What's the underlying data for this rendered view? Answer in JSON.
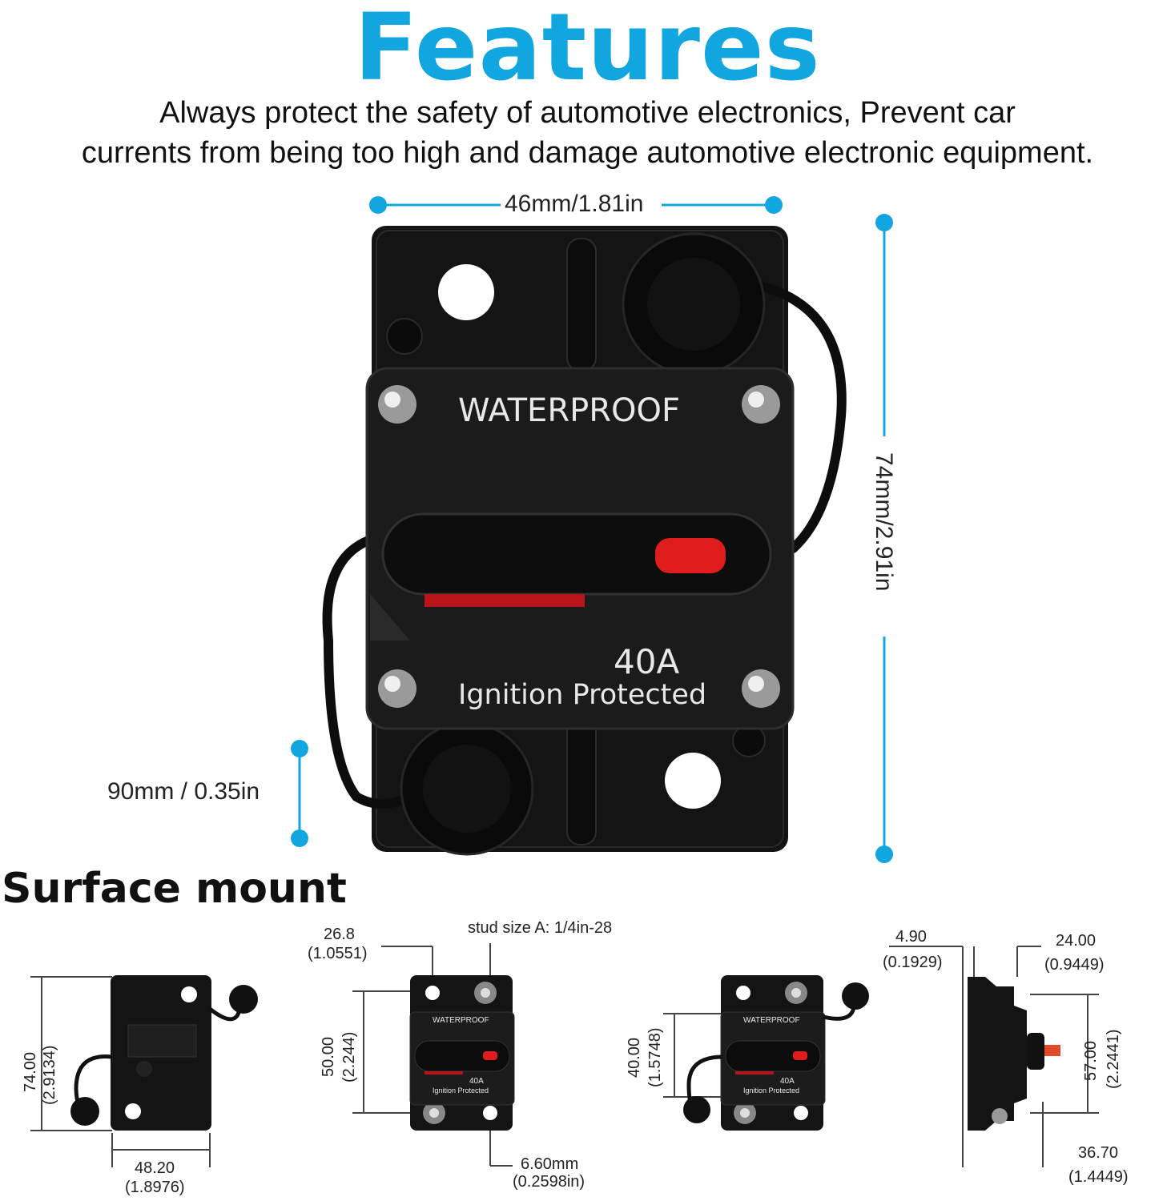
{
  "header": {
    "title": "Features",
    "subtitle_line1": "Always protect the safety of automotive electronics, Prevent car",
    "subtitle_line2": "currents from being too high and damage automotive electronic equipment."
  },
  "main_dims": {
    "width": "46mm/1.81in",
    "height": "74mm/2.91in",
    "depth": "90mm / 0.35in"
  },
  "device": {
    "label_top": "WATERPROOF",
    "rating": "40A",
    "label_bottom": "Ignition Protected"
  },
  "section": {
    "title": "Surface mount"
  },
  "drawing1": {
    "height_mm": "74.00",
    "height_in": "(2.9134)",
    "width_mm": "48.20",
    "width_in": "(1.8976)"
  },
  "drawing2": {
    "hole_mm": "26.8",
    "hole_in": "(1.0551)",
    "stud": "stud size A: 1/4in-28",
    "span_mm": "50.00",
    "span_in": "(2.244)",
    "bore_mm": "6.60mm",
    "bore_in": "(0.2598in)",
    "label_top": "WATERPROOF",
    "rating": "40A",
    "label_bottom": "Ignition Protected"
  },
  "drawing3": {
    "span_mm": "40.00",
    "span_in": "(1.5748)",
    "label_top": "WATERPROOF",
    "rating": "40A",
    "label_bottom": "Ignition Protected"
  },
  "drawing4": {
    "flange_mm": "4.90",
    "flange_in": "(0.1929)",
    "depth_mm": "24.00",
    "depth_in": "(0.9449)",
    "body_mm": "57.00",
    "body_in": "(2.2441)",
    "stud_mm": "36.70",
    "stud_in": "(1.4449)"
  },
  "colors": {
    "accent": "#11a6e0",
    "body": "#111111",
    "red_button": "#e01c1c"
  }
}
